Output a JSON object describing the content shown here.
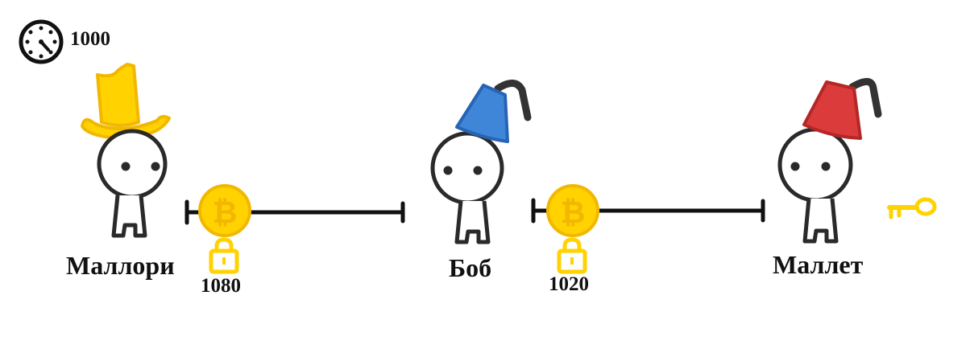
{
  "clock": {
    "icon": "clock-icon",
    "value": "1000"
  },
  "characters": [
    {
      "name": "Маллори",
      "hat": "top-hat",
      "hat_color": "#FFD200"
    },
    {
      "name": "Боб",
      "hat": "fez",
      "hat_color": "#3F86D8"
    },
    {
      "name": "Маллет",
      "hat": "fez",
      "hat_color": "#DB3B3B"
    }
  ],
  "channels": [
    {
      "coin_icon": "bitcoin-icon",
      "lock_icon": "lock-icon",
      "timelock": "1080"
    },
    {
      "coin_icon": "bitcoin-icon",
      "lock_icon": "lock-icon",
      "timelock": "1020"
    }
  ],
  "key_icon": "key-icon",
  "colors": {
    "coin": "#FFD200",
    "coin_dark": "#F2B700",
    "ink": "#111111"
  }
}
